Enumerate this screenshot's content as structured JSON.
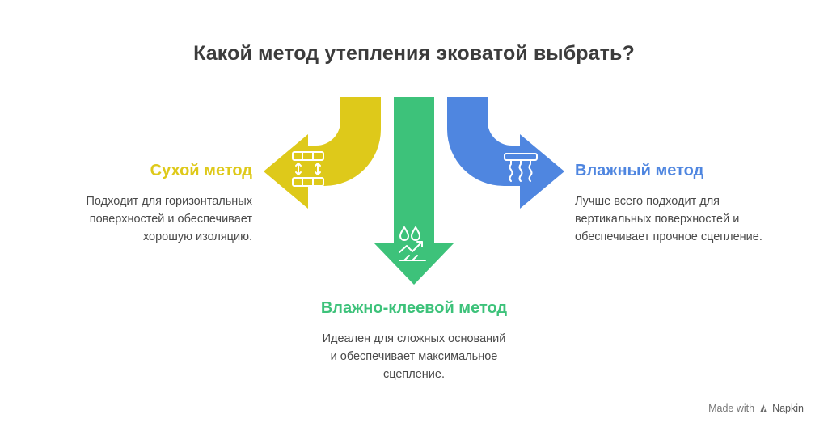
{
  "title": "Какой метод утепления эковатой выбрать?",
  "methods": [
    {
      "key": "dry",
      "title": "Сухой метод",
      "color": "#DEC91A",
      "icon": "insulation-blocks-icon",
      "description": [
        "Подходит для горизонтальных",
        "поверхностей и обеспечивает",
        "хорошую изоляцию."
      ]
    },
    {
      "key": "wet-glue",
      "title": "Влажно-клеевой метод",
      "color": "#3DC27A",
      "icon": "droplets-spray-icon",
      "description": [
        "Идеален для сложных оснований",
        "и обеспечивает максимальное",
        "сцепление."
      ]
    },
    {
      "key": "wet",
      "title": "Влажный метод",
      "color": "#4F86E0",
      "icon": "spray-nozzle-icon",
      "description": [
        "Лучше всего подходит для",
        "вертикальных поверхностей и",
        "обеспечивает прочное сцепление."
      ]
    }
  ],
  "footer": {
    "made_with": "Made with",
    "brand": "Napkin",
    "icon": "napkin-logo-icon"
  }
}
